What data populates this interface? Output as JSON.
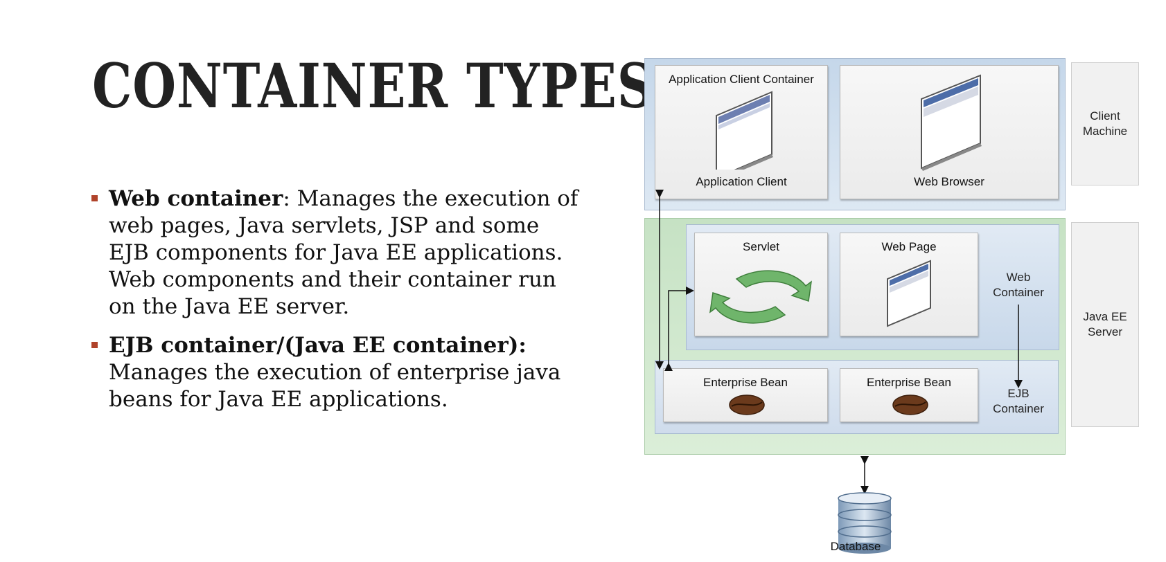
{
  "slide": {
    "title": "CONTAINER TYPES",
    "bullets": [
      {
        "term": "Web container",
        "text": ": Manages the execution of web pages, Java servlets, JSP and some EJB components for Java EE applications. Web components and their container run on the Java EE server."
      },
      {
        "term": "EJB container/(Java EE container):",
        "text": " Manages the execution of enterprise java beans for Java EE applications."
      }
    ]
  },
  "diagram": {
    "app_client_container": "Application Client Container",
    "app_client": "Application Client",
    "web_browser": "Web Browser",
    "client_machine": "Client Machine",
    "servlet": "Servlet",
    "web_page": "Web Page",
    "web_container": "Web Container",
    "enterprise_bean_1": "Enterprise Bean",
    "enterprise_bean_2": "Enterprise Bean",
    "ejb_container": "EJB Container",
    "java_ee_server": "Java EE Server",
    "database": "Database"
  },
  "colors": {
    "bullet_marker": "#b0432a",
    "client_tier": "#c5d7ea",
    "server_tier": "#c6e2c4",
    "servlet_arrows": "#6fb56b",
    "bean": "#6b3a1c"
  },
  "icons": [
    "window-icon",
    "browser-icon",
    "cycle-arrows-icon",
    "coffee-bean-icon",
    "database-icon"
  ]
}
